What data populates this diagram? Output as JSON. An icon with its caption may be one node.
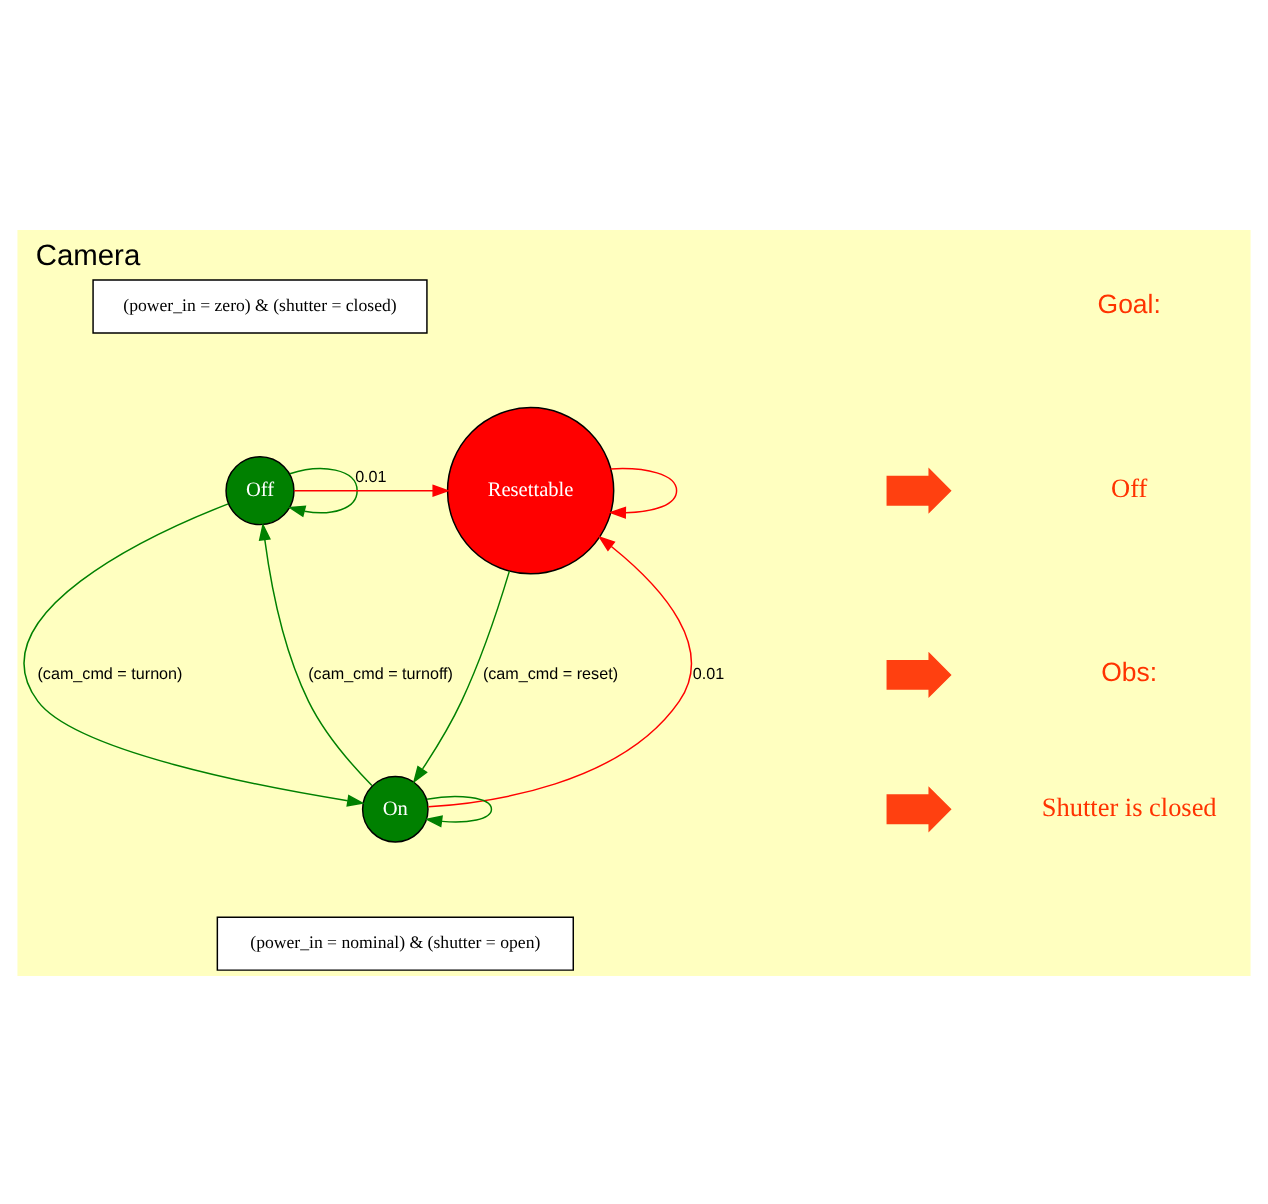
{
  "diagram": {
    "title": "Camera",
    "nodes": [
      {
        "text": [
          "Off"
        ]
      },
      {
        "text": [
          "Resettable"
        ]
      },
      {
        "text": [
          "On"
        ]
      },
      {
        "text": [
          "(power_in = zero) & (shutter = closed)"
        ]
      },
      {
        "text": [
          "(power_in = nominal) & (shutter = open)"
        ]
      },
      {
        "text": [],
        "shape": "arrow"
      },
      {
        "text": [],
        "shape": "arrow"
      },
      {
        "text": [],
        "shape": "arrow"
      }
    ],
    "edges": [
      {
        "from": 0,
        "to": 0,
        "arrow": "to"
      },
      {
        "from": 0,
        "to": 1,
        "arrow": "to",
        "label": "0.01",
        "color": "#ff0000"
      },
      {
        "from": 0,
        "to": 2,
        "arrow": "to",
        "label": "(cam_cmd = turnon)"
      },
      {
        "from": 2,
        "to": 0,
        "arrow": "to",
        "label": "(cam_cmd = turnoff)"
      },
      {
        "from": 2,
        "to": 1,
        "arrow": "to",
        "label": "0.01",
        "color": "#ff0000"
      },
      {
        "from": 1,
        "to": 2,
        "arrow": "to",
        "label": "(cam_cmd = reset)"
      },
      {
        "from": 1,
        "to": 1,
        "arrow": "to",
        "color": "#ff0000"
      },
      {
        "from": 2,
        "to": 2,
        "arrow": "to"
      }
    ],
    "labels": [
      "Goal:",
      "Off",
      "Obs:",
      "Shutter is closed"
    ]
  }
}
